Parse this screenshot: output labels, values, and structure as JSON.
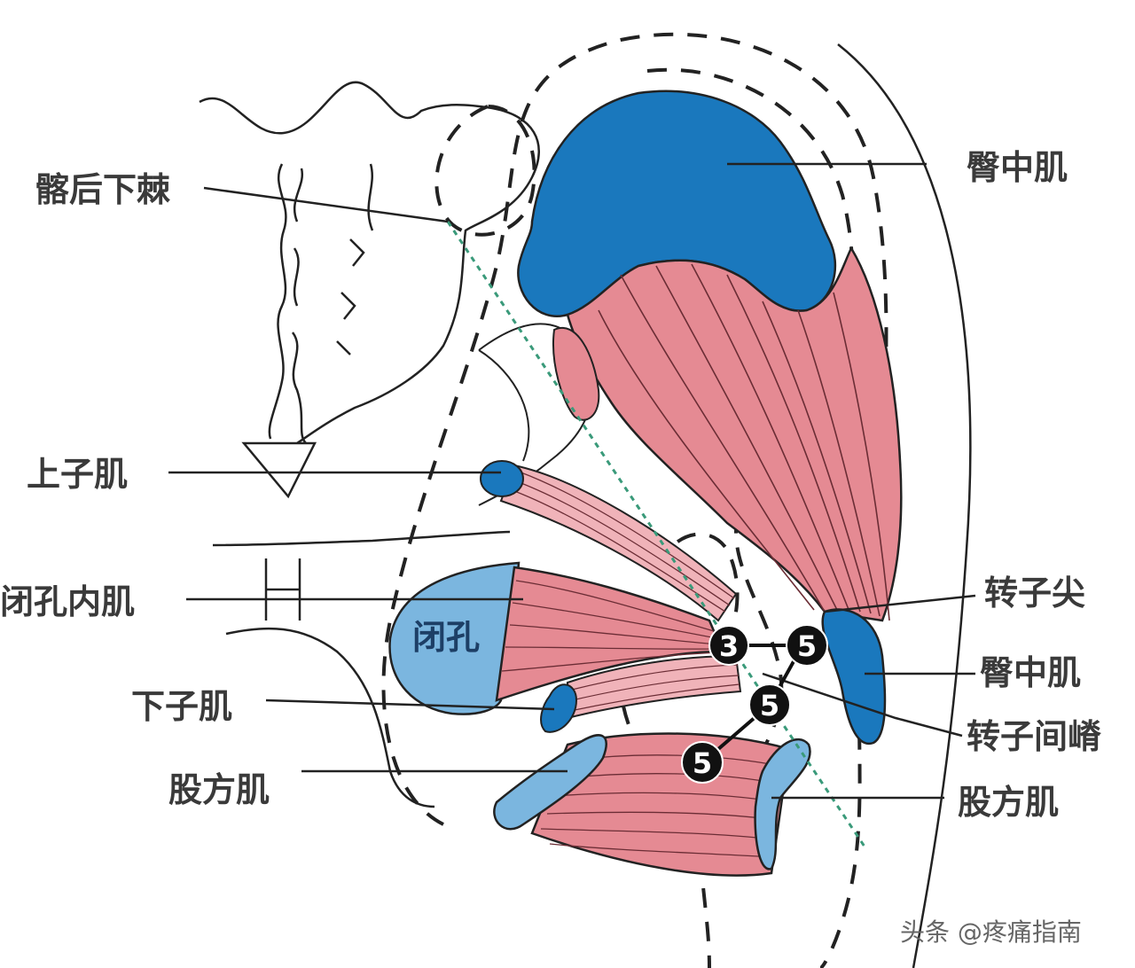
{
  "labels": {
    "ischial_spine": "髂后下棘",
    "superior_gemellus": "上子肌",
    "obturator_internus": "闭孔内肌",
    "inferior_gemellus": "下子肌",
    "quadratus_femoris_left": "股方肌",
    "gluteus_medius_top": "臀中肌",
    "trochanter_tip": "转子尖",
    "gluteus_medius_lower": "臀中肌",
    "intertrochanteric_crest": "转子间嵴",
    "quadratus_femoris_right": "股方肌",
    "obturator_foramen": "闭孔"
  },
  "markers": [
    {
      "id": "m1",
      "text": "3"
    },
    {
      "id": "m2",
      "text": "5"
    },
    {
      "id": "m3",
      "text": "5"
    },
    {
      "id": "m4",
      "text": "5"
    }
  ],
  "watermark": "头条 @疼痛指南",
  "colors": {
    "muscle": "#e58a93",
    "muscle_line": "#6b2d35",
    "dark_blue": "#1a78bd",
    "light_blue": "#7bb6df",
    "outline": "#222222",
    "green_dash": "#3a9a7a"
  }
}
